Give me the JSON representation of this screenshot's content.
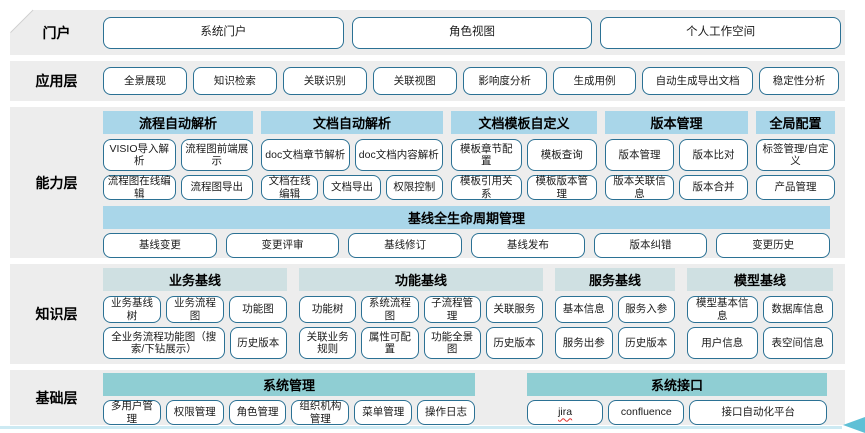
{
  "portal": {
    "label": "门户",
    "buttons": [
      "系统门户",
      "角色视图",
      "个人工作空间"
    ]
  },
  "app_layer": {
    "label": "应用层",
    "buttons": [
      "全景展现",
      "知识检索",
      "关联识别",
      "关联视图",
      "影响度分析",
      "生成用例",
      "自动生成导出文档",
      "稳定性分析"
    ]
  },
  "capability_layer": {
    "label": "能力层",
    "groups": [
      {
        "title": "流程自动解析",
        "rows": [
          [
            "VISIO导入解析",
            "流程图前端展示"
          ],
          [
            "流程图在线编辑",
            "流程图导出"
          ]
        ]
      },
      {
        "title": "文档自动解析",
        "rows": [
          [
            "doc文档章节解析",
            "doc文档内容解析"
          ],
          [
            "文档在线编辑",
            "文档导出",
            "权限控制"
          ]
        ]
      },
      {
        "title": "文档模板自定义",
        "rows": [
          [
            "模板章节配置",
            "模板查询"
          ],
          [
            "模板引用关系",
            "模板版本管理"
          ]
        ]
      },
      {
        "title": "版本管理",
        "rows": [
          [
            "版本管理",
            "版本比对"
          ],
          [
            "版本关联信息",
            "版本合并"
          ]
        ]
      },
      {
        "title": "全局配置",
        "rows": [
          [
            "标签管理/自定义"
          ],
          [
            "产品管理"
          ]
        ]
      }
    ],
    "baseline": {
      "title": "基线全生命周期管理",
      "buttons": [
        "基线变更",
        "变更评审",
        "基线修订",
        "基线发布",
        "版本纠错",
        "变更历史"
      ]
    }
  },
  "knowledge_layer": {
    "label": "知识层",
    "groups": [
      {
        "title": "业务基线",
        "rows": [
          [
            "业务基线树",
            "业务流程图",
            "功能图"
          ],
          [
            "全业务流程功能图（搜索/下钻展示）",
            "历史版本"
          ]
        ]
      },
      {
        "title": "功能基线",
        "rows": [
          [
            "功能树",
            "系统流程图",
            "子流程管理",
            "关联服务"
          ],
          [
            "关联业务规则",
            "属性可配置",
            "功能全景图",
            "历史版本"
          ]
        ]
      },
      {
        "title": "服务基线",
        "rows": [
          [
            "基本信息",
            "服务入参"
          ],
          [
            "服务出参",
            "历史版本"
          ]
        ]
      },
      {
        "title": "模型基线",
        "rows": [
          [
            "模型基本信息",
            "数据库信息"
          ],
          [
            "用户信息",
            "表空间信息"
          ]
        ]
      }
    ]
  },
  "foundation_layer": {
    "label": "基础层",
    "groups": [
      {
        "title": "系统管理",
        "rows": [
          [
            "多用户管理",
            "权限管理",
            "角色管理",
            "组织机构管理",
            "菜单管理",
            "操作日志"
          ]
        ]
      },
      {
        "title": "系统接口",
        "rows": [
          [
            "jira",
            "confluence",
            "接口自动化平台"
          ]
        ]
      }
    ]
  },
  "colors": {
    "band_background": "#ededed",
    "capability_header": "#a9d6e9",
    "knowledge_header": "#cfe0e2",
    "foundation_header": "#8fced3",
    "button_border": "#2b7194",
    "bottom_line": "#cdeaf3",
    "bottom_arrow": "#5fc0d6",
    "spellcheck_underline": "#e0312e"
  }
}
